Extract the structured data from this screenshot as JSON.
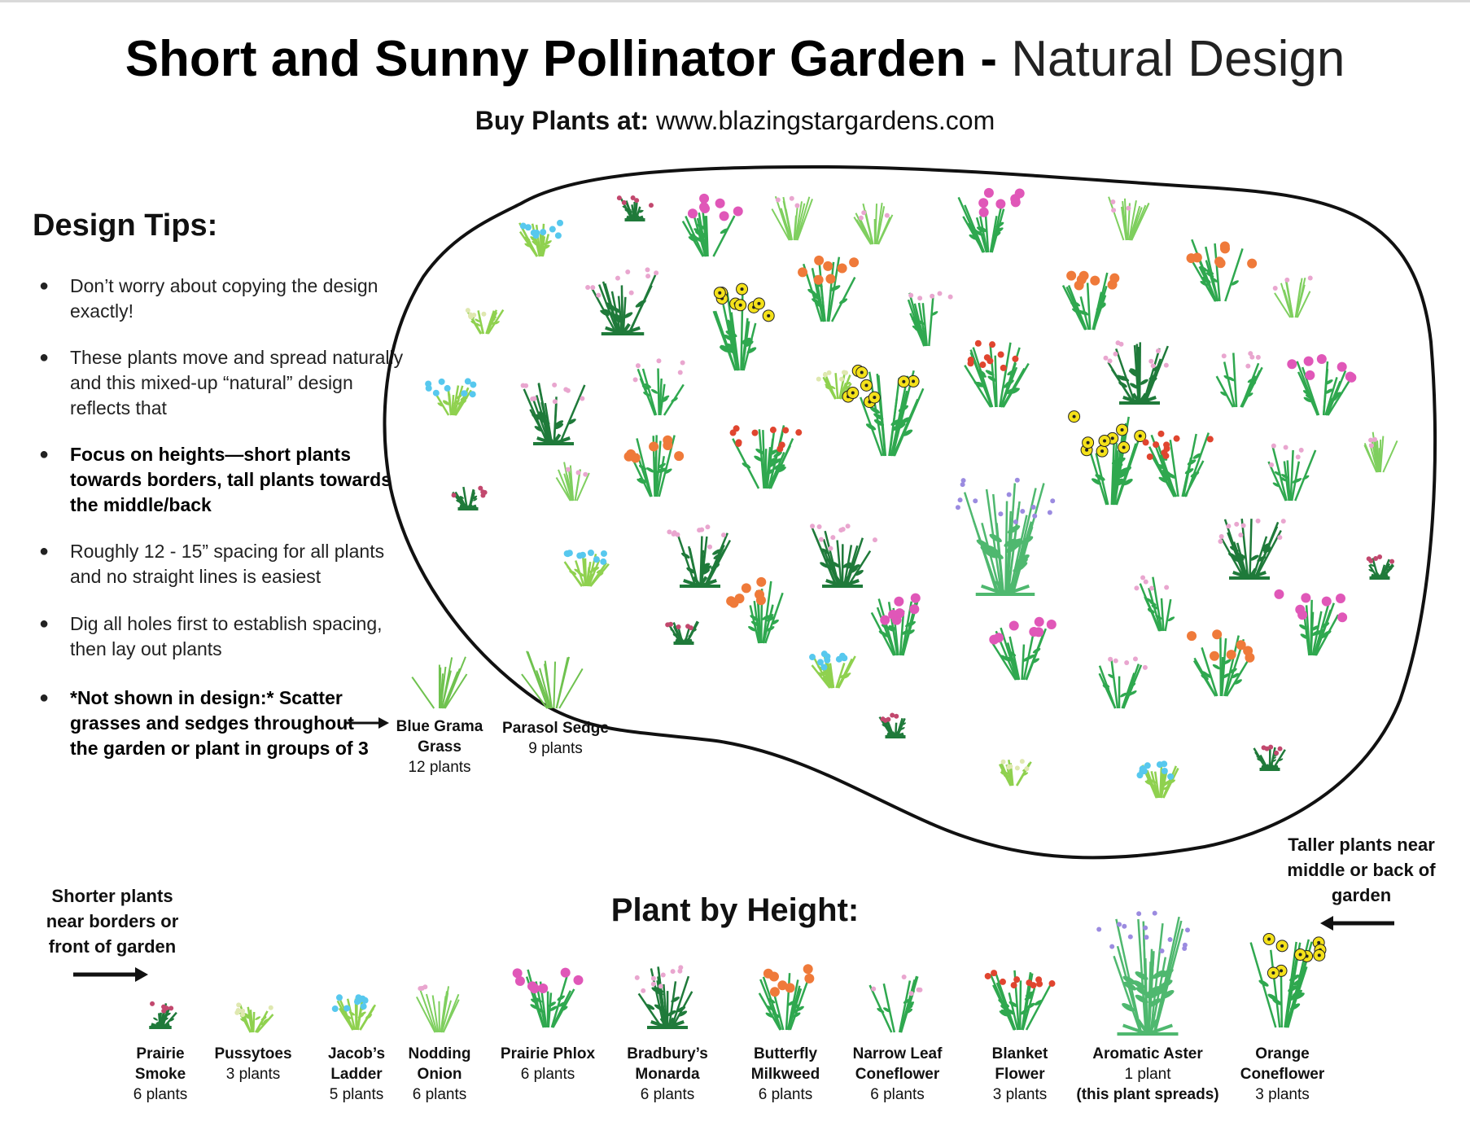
{
  "title": {
    "bold": "Short and Sunny Pollinator Garden -",
    "light": "Natural Design"
  },
  "buy": {
    "label": "Buy Plants at:",
    "url": "www.blazingstargardens.com"
  },
  "tips": {
    "heading": "Design Tips:",
    "items": [
      "Don’t worry about copying the design exactly!",
      "These plants move and spread naturally and this mixed-up “natural” design reflects that",
      "Focus on heights—short plants towards borders, tall plants towards the middle/back",
      "Roughly 12 - 15” spacing for all plants and no straight lines is easiest",
      "Dig all holes first to establish spacing, then lay out plants",
      "*Not shown in design:* Scatter grasses and sedges throughout the garden or plant in groups of 3"
    ]
  },
  "grasses": [
    {
      "name": "Blue Grama Grass",
      "count": "12 plants"
    },
    {
      "name": "Parasol Sedge",
      "count": "9 plants"
    }
  ],
  "height": {
    "heading": "Plant by Height:",
    "shorter_note": "Shorter plants near borders or front of garden",
    "taller_note": "Taller plants near middle or back of garden",
    "plants": [
      {
        "name": "Prairie Smoke",
        "count": "6 plants",
        "icon": "prairie-smoke"
      },
      {
        "name": "Pussytoes",
        "count": "3 plants",
        "icon": "pussytoes"
      },
      {
        "name": "Jacob’s Ladder",
        "count": "5 plants",
        "icon": "jacobs-ladder"
      },
      {
        "name": "Nodding Onion",
        "count": "6 plants",
        "icon": "nodding-onion"
      },
      {
        "name": "Prairie Phlox",
        "count": "6 plants",
        "icon": "prairie-phlox"
      },
      {
        "name": "Bradbury’s Monarda",
        "count": "6 plants",
        "icon": "monarda"
      },
      {
        "name": "Butterfly Milkweed",
        "count": "6 plants",
        "icon": "milkweed"
      },
      {
        "name": "Narrow Leaf Coneflower",
        "count": "6 plants",
        "icon": "narrow-coneflower"
      },
      {
        "name": "Blanket Flower",
        "count": "3 plants",
        "icon": "blanket-flower"
      },
      {
        "name": "Aromatic Aster",
        "count": "1 plant",
        "note": "(this plant spreads)",
        "icon": "aster"
      },
      {
        "name": "Orange Coneflower",
        "count": "3 plants",
        "icon": "orange-coneflower"
      }
    ]
  },
  "colors": {
    "leaf": "#2fa84f",
    "dark-leaf": "#1f7a3a",
    "phlox": "#e057b8",
    "milkweed": "#ef7a3a",
    "blanket": "#e0452f",
    "coneflower": "#f4e11a",
    "aster": "#9b8be0",
    "jacobs": "#57c8ee",
    "smoke": "#c2486e",
    "pale-pink": "#e9a6cf"
  }
}
